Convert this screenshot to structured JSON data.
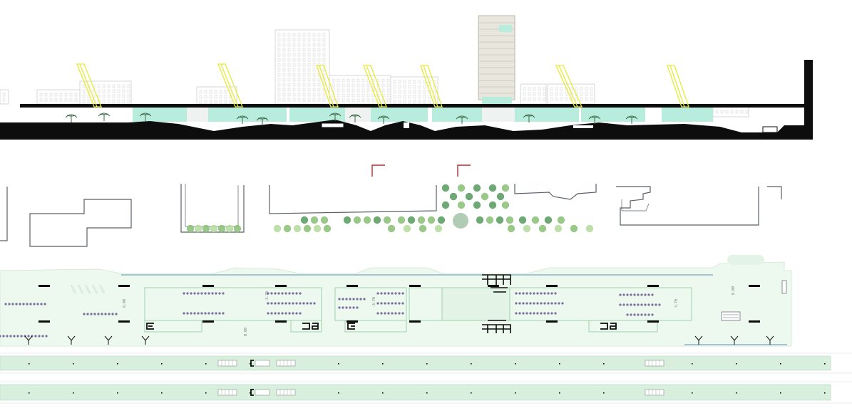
{
  "colors": {
    "background": "#ffffff",
    "ground": "#0d0d0d",
    "glass": "#b8ecdc",
    "skylight": "#f2f36a",
    "building_line": "#c9cfcd",
    "plan_line": "#5a6168",
    "section_mark": "#c1272d",
    "site_fill": "#edf8ef",
    "tree_light": "#b7dca0",
    "tree_mid": "#8ec27c",
    "tree_dark": "#5d9e66",
    "tree_gray": "#a9c7ad",
    "bench": "#0d0d0d",
    "water_edge": "#5b8fb0",
    "track": "#d7efdc"
  },
  "labels": {
    "level_a": "0.00",
    "level_b": "-3.70",
    "level_c": "0.00",
    "level_d": "3.70",
    "level_e": "-3.70",
    "level_f": "0.00"
  },
  "icons": {
    "skylight": "skylight-frame-icon",
    "palm": "palm-tree-icon",
    "tree": "tree-canopy-icon",
    "section_cut": "section-cut-marker-icon",
    "stair": "stair-icon",
    "bench": "bench-icon"
  }
}
